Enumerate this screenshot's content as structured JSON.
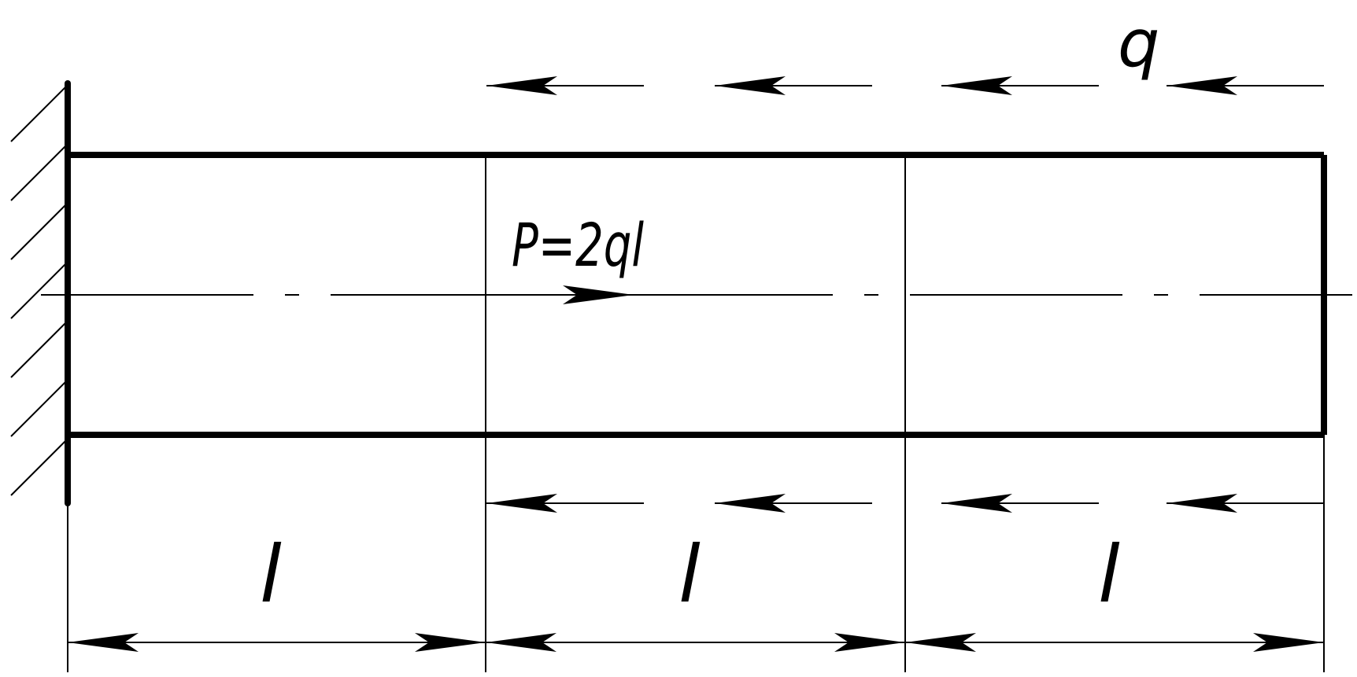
{
  "labels": {
    "distributed_load": "q",
    "point_force": "P=2ql",
    "segment_1_length": "l",
    "segment_2_length": "l",
    "segment_3_length": "l"
  },
  "style": {
    "ink": "#000000",
    "background": "#ffffff"
  }
}
